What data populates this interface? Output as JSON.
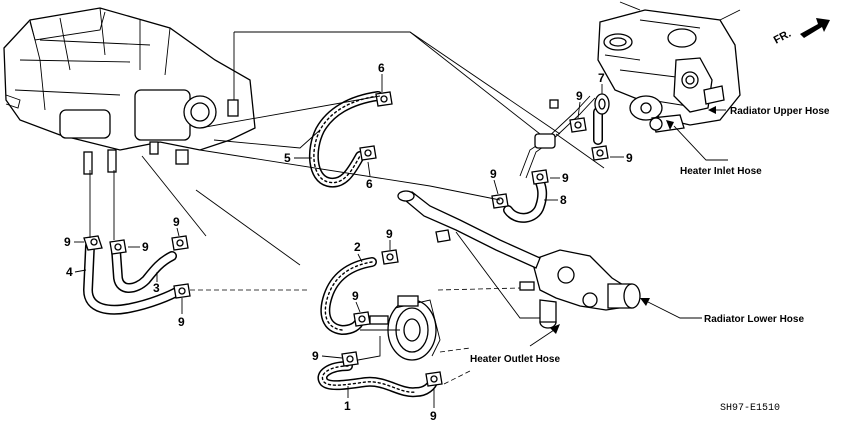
{
  "part_callouts": {
    "n1": "1",
    "n2": "2",
    "n3": "3",
    "n4": "4",
    "n5": "5",
    "n6": "6",
    "n7": "7",
    "n8": "8",
    "n9": "9"
  },
  "hose_labels": {
    "radiator_upper": "Radiator Upper Hose",
    "heater_inlet": "Heater Inlet Hose",
    "radiator_lower": "Radiator Lower Hose",
    "heater_outlet": "Heater Outlet Hose"
  },
  "direction_label": "FR.",
  "diagram_code": "SH97-E1510"
}
